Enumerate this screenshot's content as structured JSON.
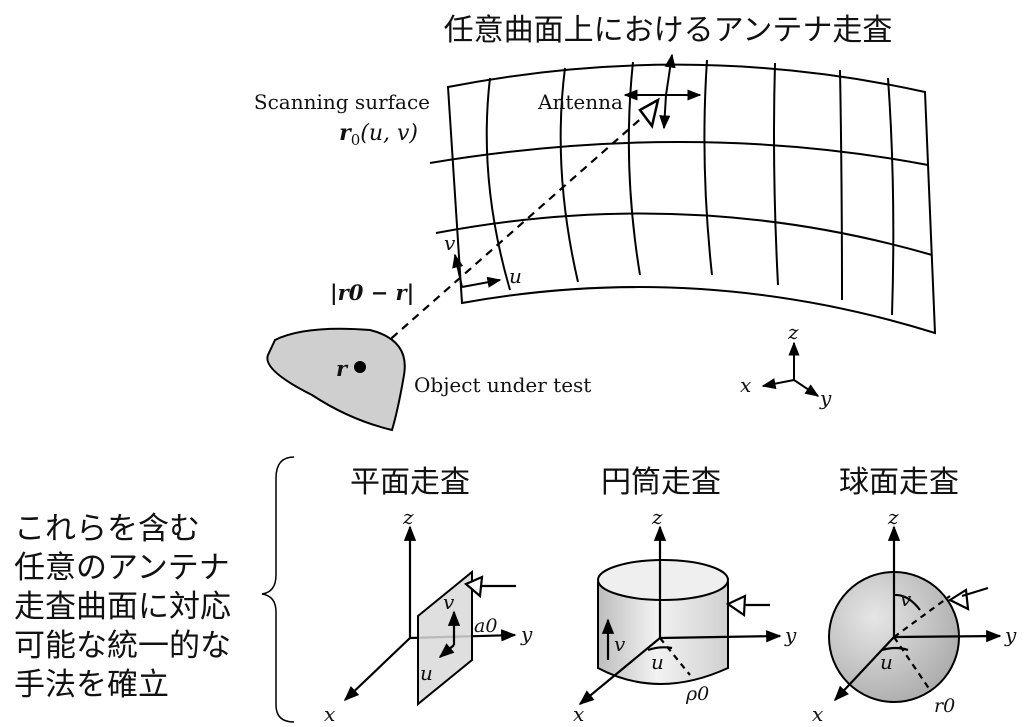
{
  "title": "任意曲面上におけるアンテナ走査",
  "top_diagram": {
    "surface_label": "Scanning surface",
    "surface_param_bold": "r",
    "surface_param_sub": "0",
    "surface_param_args": "(u, v)",
    "antenna_label": "Antenna",
    "distance_label": "|r0 − r|",
    "object_label": "Object under test",
    "point_label": "r",
    "local_axis_u": "u",
    "local_axis_v": "v",
    "axis_x": "x",
    "axis_y": "y",
    "axis_z": "z"
  },
  "scans": [
    {
      "title": "平面走査",
      "axis_x": "x",
      "axis_y": "y",
      "axis_z": "z",
      "u": "u",
      "v": "v",
      "param": "a0"
    },
    {
      "title": "円筒走査",
      "axis_x": "x",
      "axis_y": "y",
      "axis_z": "z",
      "u": "u",
      "v": "v",
      "param": "ρ0"
    },
    {
      "title": "球面走査",
      "axis_x": "x",
      "axis_y": "y",
      "axis_z": "z",
      "u": "u",
      "v": "v",
      "param": "r0"
    }
  ],
  "summary_lines": [
    "これらを含む",
    "任意のアンテナ",
    "走査曲面に対応",
    "可能な統一的な",
    "手法を確立"
  ],
  "colors": {
    "line": "#000000",
    "object_fill": "#cfcfcf",
    "sphere_fill": "#c8c8c8",
    "cylinder_fill": "#dcdcdc"
  }
}
